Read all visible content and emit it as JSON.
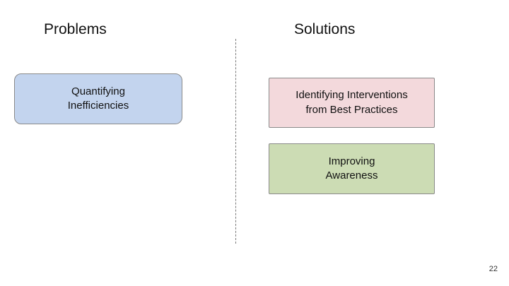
{
  "slide": {
    "number": "22",
    "headings": {
      "left": "Problems",
      "right": "Solutions"
    },
    "boxes": [
      {
        "label": "Quantifying\nInefficiencies",
        "color": "#c3d4ee",
        "column": "problems"
      },
      {
        "label": "Identifying Interventions\nfrom Best Practices",
        "color": "#f3d9dc",
        "column": "solutions"
      },
      {
        "label": "Improving\nAwareness",
        "color": "#ccdcb4",
        "column": "solutions"
      }
    ]
  }
}
